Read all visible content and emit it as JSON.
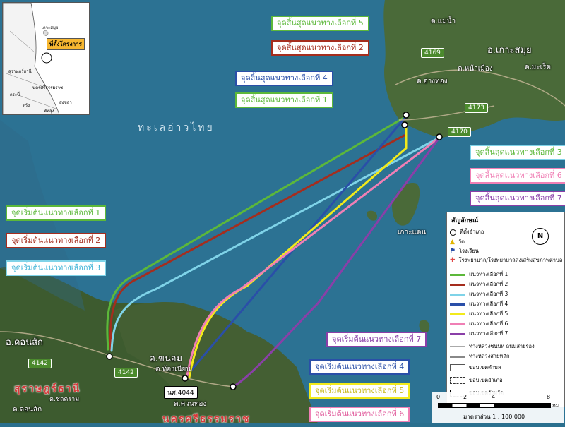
{
  "sea_label": "ทะเลอ่าวไทย",
  "places": {
    "koh_samui": "อ.เกาะสมุย",
    "maenam": "ต.แม่น้ำ",
    "ang_thong": "ต.อ่างทอง",
    "na_mueang": "ต.หน้าเมือง",
    "maret": "ต.มะเร็ต",
    "koh_taen": "เกาะแตน",
    "khanom": "อ.ขนอม",
    "khong_kriat": "ต.ท้องเนียน",
    "don_sak": "อ.ดอนสัก",
    "don_sak_sub": "ต.ดอนสัก",
    "chai_khri": "ต.ชลคราม",
    "khuan_thong": "ต.ควนทอง"
  },
  "provinces": {
    "surat": "สุราษฎร์ธานี",
    "nakhon": "นครศรีธรรมราช"
  },
  "roads": [
    "4169",
    "4173",
    "4170",
    "4142",
    "4142",
    "นศ.4044"
  ],
  "callouts": {
    "end5": "จุดสิ้นสุดแนวทางเลือกที่ 5",
    "end2": "จุดสิ้นสุดแนวทางเลือกที่ 2",
    "end4": "จุดสิ้นสุดแนวทางเลือกที่ 4",
    "end1": "จุดสิ้นสุดแนวทางเลือกที่ 1",
    "end3": "จุดสิ้นสุดแนวทางเลือกที่ 3",
    "end6": "จุดสิ้นสุดแนวทางเลือกที่ 6",
    "end7": "จุดสิ้นสุดแนวทางเลือกที่ 7",
    "start1": "จุดเริ่มต้นแนวทางเลือกที่ 1",
    "start2": "จุดเริ่มต้นแนวทางเลือกที่ 2",
    "start3": "จุดเริ่มต้นแนวทางเลือกที่ 3",
    "start7": "จุดเริ่มต้นแนวทางเลือกที่ 7",
    "start4": "จุดเริ่มต้นแนวทางเลือกที่ 4",
    "start5": "จุดเริ่มต้นแนวทางเลือกที่ 5",
    "start6": "จุดเริ่มต้นแนวทางเลือกที่ 6"
  },
  "inset": {
    "project": "ที่ตั้งโครงการ",
    "places": [
      "เกาะสมุย",
      "สุราษฎร์ธานี",
      "นครศรีธรรมราช",
      "กระบี่",
      "ตรัง",
      "สงขลา",
      "พัทลุง"
    ]
  },
  "legend": {
    "title": "สัญลักษณ์",
    "items": {
      "district": "ที่ตั้งอำเภอ",
      "temple": "วัด",
      "school": "โรงเรียน",
      "hospital": "โรงพยาบาล/โรงพยาบาลส่งเสริมสุขภาพตำบล",
      "r1": "แนวทางเลือกที่ 1",
      "r2": "แนวทางเลือกที่ 2",
      "r3": "แนวทางเลือกที่ 3",
      "r4": "แนวทางเลือกที่ 4",
      "r5": "แนวทางเลือกที่ 5",
      "r6": "แนวทางเลือกที่ 6",
      "r7": "แนวทางเลือกที่ 7",
      "hwy": "ทางหลวงชนบท ถนนสายรอง",
      "main": "ทางหลวงสายหลัก",
      "subdistrict": "ขอบเขตตำบล",
      "district_b": "ขอบเขตอำเภอ",
      "province_b": "ขอบเขตจังหวัด"
    }
  },
  "scale": {
    "ticks": [
      "0",
      "2",
      "4",
      "8"
    ],
    "unit": "กม.",
    "ratio": "มาตราส่วน 1 : 100,000"
  },
  "colors": {
    "r1": "#5cb83a",
    "r2": "#a52d1e",
    "r3": "#7fd3e8",
    "r4": "#2a4fa8",
    "r5": "#f2ea1b",
    "r6": "#f07fb5",
    "r7": "#8a3fa8"
  }
}
